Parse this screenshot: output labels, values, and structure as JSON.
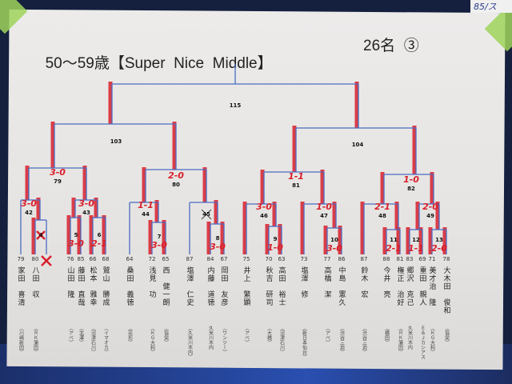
{
  "title": {
    "main": "50～59歳【Super  Nice  Middle】",
    "count": "26名  ③"
  },
  "corner_note": "85/ス",
  "matches": [
    {
      "id": "115",
      "score": ""
    },
    {
      "id": "103",
      "score": ""
    },
    {
      "id": "104",
      "score": ""
    },
    {
      "id": "79",
      "score": "3-0"
    },
    {
      "id": "80",
      "score": "2-0"
    },
    {
      "id": "81",
      "score": "1-1"
    },
    {
      "id": "82",
      "score": "1-0"
    },
    {
      "id": "42",
      "score": "3-0"
    },
    {
      "id": "43",
      "score": "3-0"
    },
    {
      "id": "44",
      "score": "1-1"
    },
    {
      "id": "45",
      "score": ""
    },
    {
      "id": "46",
      "score": "3-0"
    },
    {
      "id": "47",
      "score": "1-0"
    },
    {
      "id": "48",
      "score": "2-1"
    },
    {
      "id": "49",
      "score": "2-0"
    },
    {
      "id": "4",
      "score": ""
    },
    {
      "id": "5",
      "score": "3-0"
    },
    {
      "id": "6",
      "score": "2-1"
    },
    {
      "id": "7",
      "score": "3-0"
    },
    {
      "id": "8",
      "score": "3-0"
    },
    {
      "id": "9",
      "score": "1-0"
    },
    {
      "id": "10",
      "score": "3-0"
    },
    {
      "id": "11",
      "score": "2-1"
    },
    {
      "id": "12",
      "score": "1-1"
    },
    {
      "id": "13",
      "score": "2-0"
    }
  ],
  "players": [
    {
      "seed": "79",
      "name": "家田　喜清",
      "club": "（川崎新田）"
    },
    {
      "seed": "80",
      "name": "八田　収",
      "club": "（ＲＫ蒲田）"
    },
    {
      "seed": "",
      "name": "",
      "club": ""
    },
    {
      "seed": "76",
      "name": "山田　隆",
      "club": "（アベ）"
    },
    {
      "seed": "85",
      "name": "藤田　直哉",
      "club": "（北澤）"
    },
    {
      "seed": "66",
      "name": "松本　雅幸",
      "club": "（沼津石川）"
    },
    {
      "seed": "68",
      "name": "鷲山　勝成",
      "club": "（イマオカ）"
    },
    {
      "seed": "64",
      "name": "桑田　義徳",
      "club": "（花形）"
    },
    {
      "seed": "72",
      "name": "浅見　功",
      "club": "（ＫＧ大和）"
    },
    {
      "seed": "65",
      "name": "西　健一朗",
      "club": "（協栄）"
    },
    {
      "seed": "87",
      "name": "塩澤　仁史",
      "club": "（久米川木内）"
    },
    {
      "seed": "84",
      "name": "内藤　道徳",
      "club": "久米川木内"
    },
    {
      "seed": "67",
      "name": "岡田　友彦",
      "club": "（ワンツー）"
    },
    {
      "seed": "75",
      "name": "井上　繁顕",
      "club": "（アベ）"
    },
    {
      "seed": "70",
      "name": "秋吉　研司",
      "club": "（大橋）"
    },
    {
      "seed": "63",
      "name": "高田　裕士",
      "club": "（沼津石川）"
    },
    {
      "seed": "73",
      "name": "塩澤　修",
      "club": "（新日本仙台）"
    },
    {
      "seed": "77",
      "name": "高橋　潔",
      "club": "（アベ）"
    },
    {
      "seed": "86",
      "name": "中島　憲久",
      "club": "（渋谷三迫）"
    },
    {
      "seed": "87",
      "name": "鈴木　宏",
      "club": "（渋谷三迫）"
    },
    {
      "seed": "88",
      "name": "今井　亮",
      "club": "（横田）"
    },
    {
      "seed": "81",
      "name": "権正　治好",
      "club": "（ＲＫ蒲田）"
    },
    {
      "seed": "83",
      "name": "郷沢　克己",
      "club": "久米川木内"
    },
    {
      "seed": "69",
      "name": "重田　親人",
      "club": "Ｅ＆Ｊカシアス"
    },
    {
      "seed": "71",
      "name": "美才治　隆",
      "club": "（ＫＧ大和）"
    },
    {
      "seed": "78",
      "name": "大木田　俊和",
      "club": "（協栄）"
    }
  ],
  "colors": {
    "bracket_line": "#4a6cc4",
    "marker": "#d8202c"
  }
}
